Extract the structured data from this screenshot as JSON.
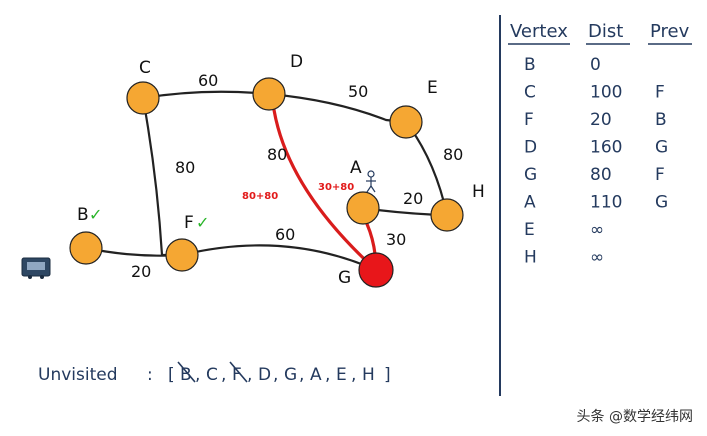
{
  "graph": {
    "nodes": [
      {
        "id": "C",
        "label": "C",
        "visited": false,
        "active": false
      },
      {
        "id": "D",
        "label": "D",
        "visited": false,
        "active": false
      },
      {
        "id": "E",
        "label": "E",
        "visited": false,
        "active": false
      },
      {
        "id": "B",
        "label": "B",
        "visited": true,
        "active": false
      },
      {
        "id": "F",
        "label": "F",
        "visited": true,
        "active": false
      },
      {
        "id": "A",
        "label": "A",
        "visited": false,
        "active": false
      },
      {
        "id": "H",
        "label": "H",
        "visited": false,
        "active": false
      },
      {
        "id": "G",
        "label": "G",
        "visited": false,
        "active": true
      }
    ],
    "edges": [
      {
        "from": "C",
        "to": "D",
        "weight": "60",
        "highlight": false
      },
      {
        "from": "D",
        "to": "E",
        "weight": "50",
        "highlight": false
      },
      {
        "from": "C",
        "to": "F",
        "weight": "80",
        "highlight": false
      },
      {
        "from": "D",
        "to": "G",
        "weight": "80",
        "highlight": true
      },
      {
        "from": "E",
        "to": "H",
        "weight": "80",
        "highlight": false
      },
      {
        "from": "A",
        "to": "H",
        "weight": "20",
        "highlight": false
      },
      {
        "from": "A",
        "to": "G",
        "weight": "30",
        "highlight": true
      },
      {
        "from": "B",
        "to": "F",
        "weight": "20",
        "highlight": false
      },
      {
        "from": "F",
        "to": "G",
        "weight": "60",
        "highlight": false
      }
    ],
    "annotations": {
      "dg": "80+80",
      "ag": "30+80"
    },
    "check_mark": "✓"
  },
  "table": {
    "headers": [
      "Vertex",
      "Dist",
      "Prev"
    ],
    "rows": [
      [
        "B",
        "0",
        ""
      ],
      [
        "C",
        "100",
        "F"
      ],
      [
        "F",
        "20",
        "B"
      ],
      [
        "D",
        "160",
        "G"
      ],
      [
        "G",
        "80",
        "F"
      ],
      [
        "A",
        "110",
        "G"
      ],
      [
        "E",
        "∞",
        ""
      ],
      [
        "H",
        "∞",
        ""
      ]
    ]
  },
  "unvisited": {
    "label": "Unvisited",
    "items": [
      "B",
      "C",
      "F",
      "D",
      "G",
      "A",
      "E",
      "H"
    ],
    "crossed": [
      "B",
      "F"
    ]
  },
  "colors": {
    "node": "#f5a733",
    "node_active": "#e8161a",
    "edge": "#222222",
    "edge_highlight": "#d91c1c",
    "ink": "#243a5e",
    "check": "#2ab52a"
  },
  "watermark": "头条 @数学经纬网"
}
